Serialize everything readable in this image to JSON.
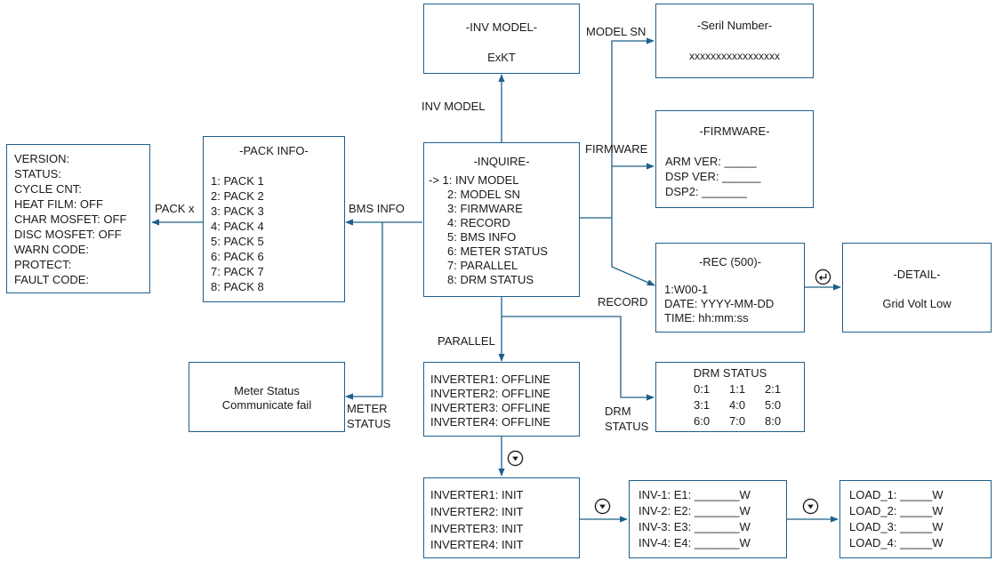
{
  "inv_model": {
    "title": "-INV MODEL-",
    "value": "ExKT"
  },
  "serial": {
    "title": "-Seril Number-",
    "value": "xxxxxxxxxxxxxxxxx"
  },
  "firmware": {
    "title": "-FIRMWARE-",
    "lines": [
      "ARM VER: _____",
      "DSP VER: ______",
      "DSP2: _______"
    ]
  },
  "record": {
    "title": "-REC (500)-",
    "lines": [
      "1:W00-1",
      "DATE: YYYY-MM-DD",
      "TIME: hh:mm:ss"
    ]
  },
  "detail": {
    "title": "-DETAIL-",
    "value": "Grid Volt Low"
  },
  "inquire": {
    "title": "-INQUIRE-",
    "items": [
      "-> 1: INV MODEL",
      "2: MODEL SN",
      "3: FIRMWARE",
      "4: RECORD",
      "5: BMS INFO",
      "6: METER STATUS",
      "7: PARALLEL",
      "8: DRM STATUS"
    ]
  },
  "pack_info": {
    "title": "-PACK INFO-",
    "items": [
      "1: PACK 1",
      "2: PACK 2",
      "3: PACK 3",
      "4: PACK 4",
      "5: PACK 5",
      "6: PACK 6",
      "7: PACK 7",
      "8: PACK 8"
    ]
  },
  "pack_detail": {
    "lines": [
      "VERSION:",
      "STATUS:",
      "CYCLE CNT:",
      "HEAT FILM: OFF",
      "CHAR MOSFET: OFF",
      "DISC MOSFET: OFF",
      "WARN CODE:",
      "PROTECT:",
      "FAULT CODE:"
    ]
  },
  "meter": {
    "lines": [
      "Meter Status",
      "Communicate fail"
    ]
  },
  "parallel_status": {
    "lines": [
      "INVERTER1: OFFLINE",
      "INVERTER2: OFFLINE",
      "INVERTER3: OFFLINE",
      "INVERTER4: OFFLINE"
    ]
  },
  "drm": {
    "title": "DRM STATUS",
    "rows": [
      [
        "0:1",
        "1:1",
        "2:1"
      ],
      [
        "3:1",
        "4:0",
        "5:0"
      ],
      [
        "6:0",
        "7:0",
        "8:0"
      ]
    ]
  },
  "parallel_init": {
    "lines": [
      "INVERTER1: INIT",
      "INVERTER2: INIT",
      "INVERTER3: INIT",
      "INVERTER4: INIT"
    ]
  },
  "energy": {
    "lines": [
      "INV-1: E1: _______W",
      "INV-2: E2: _______W",
      "INV-3: E3: _______W",
      "INV-4: E4: _______W"
    ]
  },
  "load": {
    "lines": [
      "LOAD_1: _____W",
      "LOAD_2: _____W",
      "LOAD_3: _____W",
      "LOAD_4: _____W"
    ]
  },
  "edge_labels": {
    "inv_model": "INV MODEL",
    "model_sn": "MODEL SN",
    "firmware": "FIRMWARE",
    "record": "RECORD",
    "bms_info": "BMS INFO",
    "pack_x": "PACK x",
    "meter_1": "METER",
    "meter_2": "STATUS",
    "parallel": "PARALLEL",
    "drm_1": "DRM",
    "drm_2": "STATUS"
  },
  "colors": {
    "line": "#1f5f8b",
    "text": "#1a1a1a",
    "background": "#ffffff"
  },
  "icons": {
    "enter": "enter-icon",
    "down": "down-arrow-icon"
  }
}
